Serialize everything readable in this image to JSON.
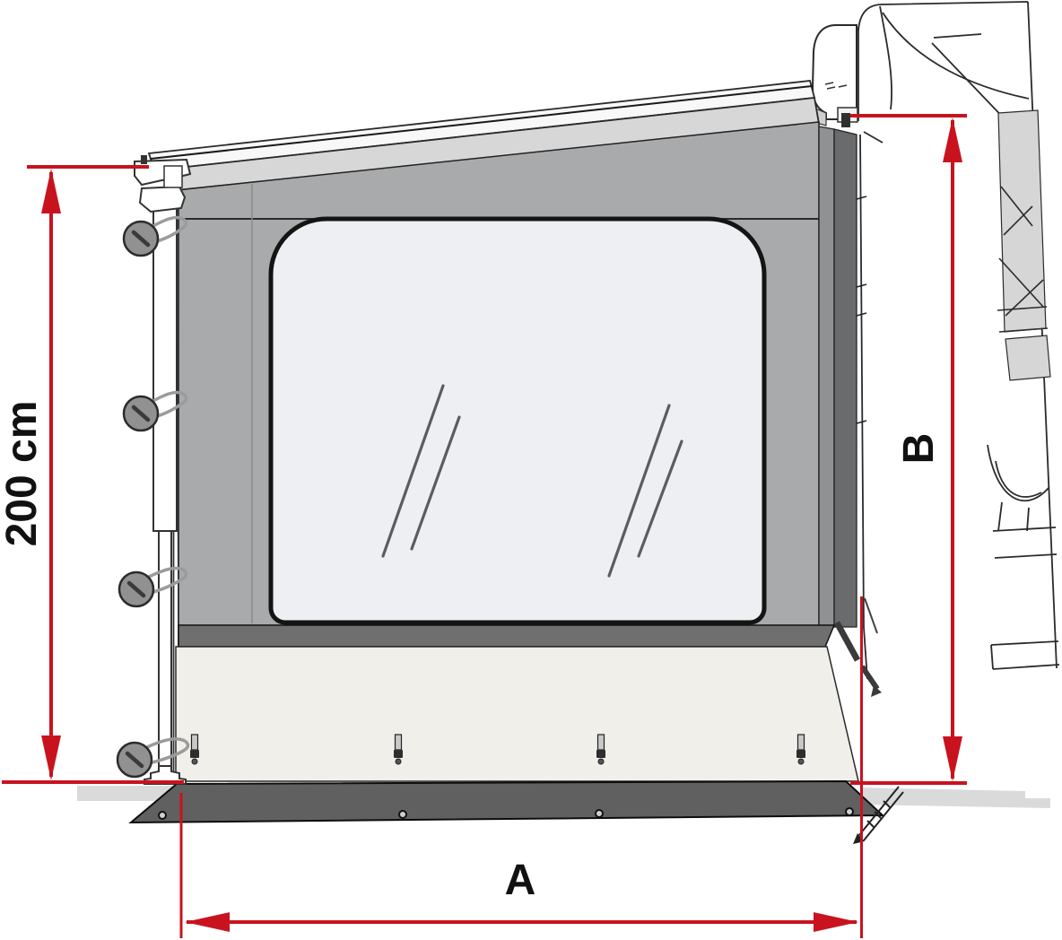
{
  "diagram": {
    "labels": {
      "height_left": "200 cm",
      "width_bottom": "A",
      "height_right": "B"
    },
    "colors": {
      "dimension_red": "#c8131f",
      "panel_gray": "#a8aaab",
      "panel_top_band": "#d7d7d7",
      "roof_white_band": "#f8f8f8",
      "window_fill": "#edeff2",
      "below_window_band": "#6f6f6f",
      "rear_strip_dark": "#696b6c",
      "rear_strip_mid": "#8f9192",
      "skirt": "#f0efea",
      "ground_flap": "#606060",
      "ground_strip": "#dadada",
      "outline_black": "#222222"
    }
  }
}
